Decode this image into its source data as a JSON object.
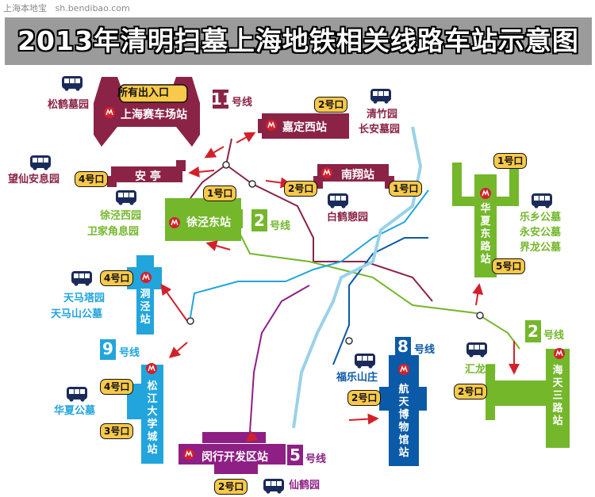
{
  "watermark": "上海本地宝   sh.bendibao.com",
  "title": "2013年清明扫墓上海地铁相关线路车站示意图",
  "colors": {
    "line11": "#8b2346",
    "line2": "#74b72b",
    "line9": "#22a5dc",
    "line8": "#0b5aa7",
    "line5": "#8e1f85",
    "gate": "#f8c94a"
  },
  "line11": {
    "number": "11",
    "suffix": "号线",
    "stations": {
      "saichechang": {
        "name": "上海赛车场站",
        "gate": "所有出入口",
        "cemetery": "松鹤墓园"
      },
      "jiadingxi": {
        "name": "嘉定西站",
        "gate": "2号口",
        "cemeteries": [
          "清竹园",
          "长安墓园"
        ]
      },
      "anting": {
        "name": "安 亭",
        "gate": "4号口",
        "cemetery": "望仙安息园"
      },
      "nanxiang": {
        "name": "南翔站",
        "gate_left": "2号口",
        "gate_right": "1号口",
        "cemetery": "白鹤憩园"
      }
    }
  },
  "line2": {
    "number": "2",
    "suffix": "号线",
    "stations": {
      "xujingdong": {
        "name": "徐泾东站",
        "gate": "1号口",
        "cemeteries": [
          "徐泾西园",
          "卫家角息园"
        ]
      },
      "huaxiadonglu": {
        "name": "华夏东路站",
        "gate_top": "1号口",
        "gate_bottom": "5号口",
        "cemeteries": [
          "乐乡公墓",
          "永安公墓",
          "界龙公墓"
        ]
      },
      "haitiansanlu": {
        "name": "海天三路站",
        "gate": "2号口",
        "cemetery": "汇龙园"
      }
    }
  },
  "line9": {
    "number": "9",
    "suffix": "号线",
    "stations": {
      "dongjing": {
        "name": "洞泾站",
        "gate": "4号口",
        "cemeteries": [
          "天马塔园",
          "天马山公墓"
        ]
      },
      "songjiangdaxuecheng": {
        "name": "松江大学城站",
        "gate_top": "4号口",
        "gate_bottom": "3号口",
        "cemetery": "华夏公墓"
      }
    }
  },
  "line8": {
    "number": "8",
    "suffix": "号线",
    "stations": {
      "hangtianbowuguan": {
        "name": "航天博物馆站",
        "gate": "2号口",
        "cemetery": "福乐山庄"
      }
    }
  },
  "line5": {
    "number": "5",
    "suffix": "号线",
    "stations": {
      "minhangkaifaqu": {
        "name": "闵行开发区站",
        "gate": "2号口",
        "cemetery": "仙鹤园"
      }
    }
  },
  "icons": [
    "bus-icon",
    "metro-logo-icon",
    "arrow-icon"
  ]
}
